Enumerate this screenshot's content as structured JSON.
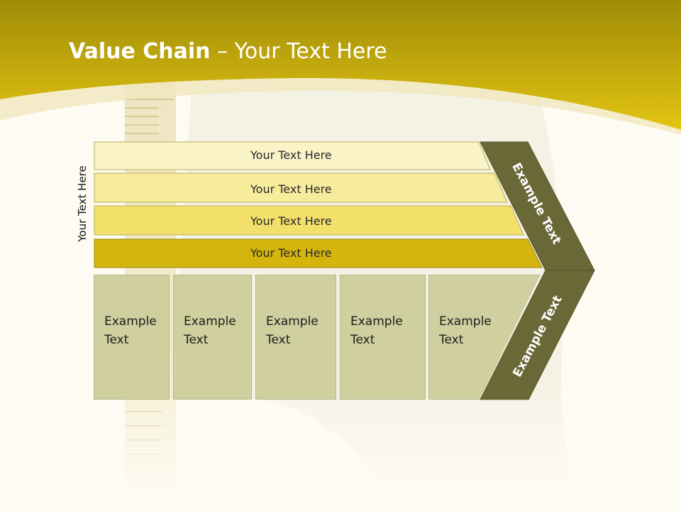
{
  "title": {
    "bold": "Value Chain",
    "rest": " – Your Text Here"
  },
  "side_label": "Your Text Here",
  "support_bars": [
    {
      "label": "Your Text Here",
      "color": "#faf3c8"
    },
    {
      "label": "Your Text Here",
      "color": "#f7ec9c"
    },
    {
      "label": "Your Text Here",
      "color": "#f3e06a"
    },
    {
      "label": "Your Text Here",
      "color": "#d4b50e"
    }
  ],
  "activities": [
    {
      "line1": "Example",
      "line2": "Text"
    },
    {
      "line1": "Example",
      "line2": "Text"
    },
    {
      "line1": "Example",
      "line2": "Text"
    },
    {
      "line1": "Example",
      "line2": "Text"
    },
    {
      "line1": "Example",
      "line2": "Text"
    }
  ],
  "margin": {
    "top_label": "Example Text",
    "bottom_label": "Example Text",
    "color": "#6b6837"
  },
  "colors": {
    "header": "#d6b60a",
    "activity_fill": "#cfcf9f"
  }
}
